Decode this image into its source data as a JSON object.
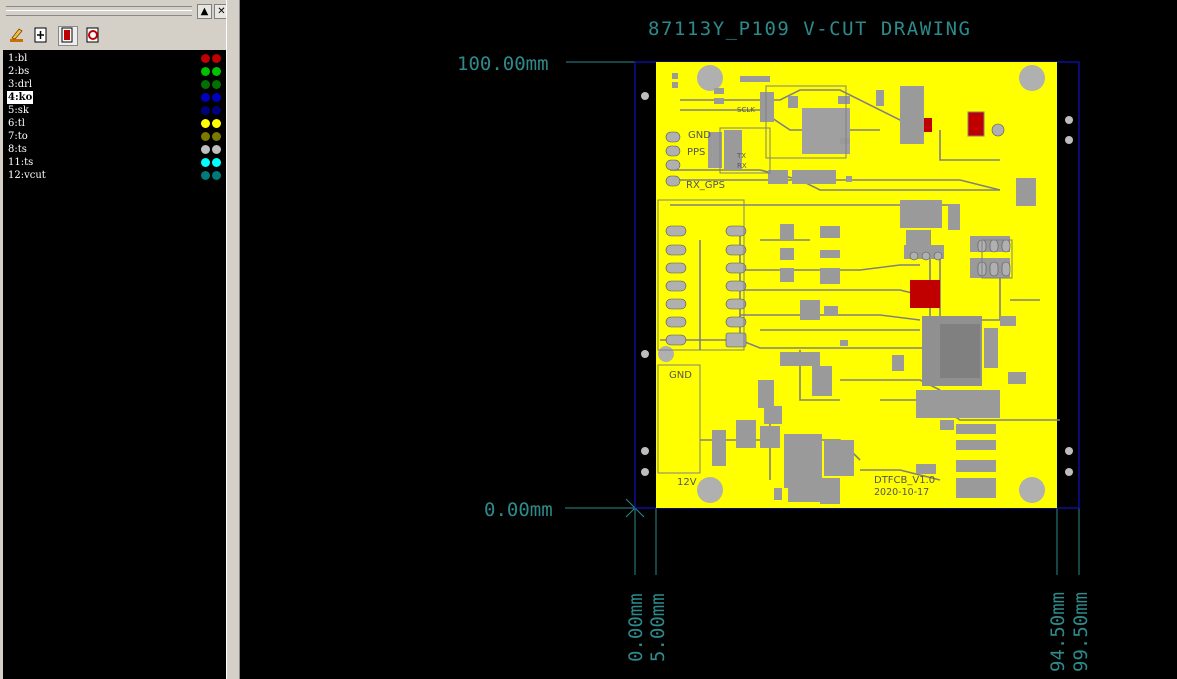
{
  "window": {
    "up_arrow": "▲",
    "close": "✕"
  },
  "toolbar": {
    "buttons": [
      {
        "name": "draw-tool-icon",
        "color": "#c87000"
      },
      {
        "name": "add-layer-icon",
        "color": "#000000"
      },
      {
        "name": "layer-props-icon",
        "color": "#c00000"
      },
      {
        "name": "delete-layer-icon",
        "color": "#c00000"
      }
    ]
  },
  "layers": [
    {
      "label": "1:bl",
      "color": "#c00000",
      "selected": false
    },
    {
      "label": "2:bs",
      "color": "#00c000",
      "selected": false
    },
    {
      "label": "3:drl",
      "color": "#007000",
      "selected": false
    },
    {
      "label": "4:ko",
      "color": "#0000c0",
      "selected": true
    },
    {
      "label": "5:sk",
      "color": "#00007a",
      "selected": false
    },
    {
      "label": "6:tl",
      "color": "#ffff00",
      "selected": false
    },
    {
      "label": "7:to",
      "color": "#7a7a00",
      "selected": false
    },
    {
      "label": "8:ts",
      "color": "#bfbfbf",
      "selected": false
    },
    {
      "label": "11:ts",
      "color": "#00ffff",
      "selected": false
    },
    {
      "label": "12:vcut",
      "color": "#007a7a",
      "selected": false
    }
  ],
  "drawing": {
    "title": "87113Y_P109     V-CUT DRAWING",
    "dim_top": "100.00mm",
    "dim_bottom": "0.00mm",
    "dim_x_0": "0.00mm",
    "dim_x_5": "5.00mm",
    "dim_x_94": "94.50mm",
    "dim_x_99": "99.50mm",
    "board_colors": {
      "board": "#ffff00",
      "copper": "#808080",
      "outline": "#1010c0",
      "dim": "#2e8a8a"
    },
    "silk": {
      "gnd1": "GND",
      "pps": "PPS",
      "rx_gps": "RX_GPS",
      "gnd2": "GND",
      "v12": "12V",
      "version": "DTFCB_V1.0",
      "date": "2020-10-17",
      "sclk": "SCLK",
      "tx": "TX",
      "rx": "RX"
    }
  }
}
